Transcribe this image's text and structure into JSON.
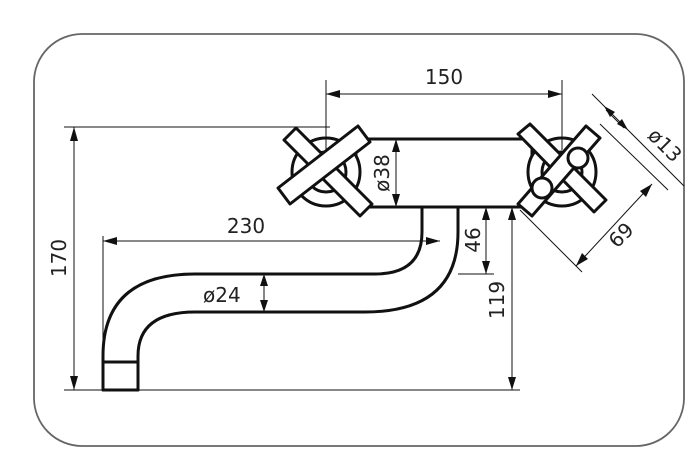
{
  "dimensions": {
    "handle_spacing": "150",
    "handle_diameter": "ø13",
    "body_diameter": "ø38",
    "spout_reach": "230",
    "total_height": "170",
    "spout_top_offset": "46",
    "handle_depth": "69",
    "spout_diameter": "ø24",
    "spout_drop": "119"
  }
}
